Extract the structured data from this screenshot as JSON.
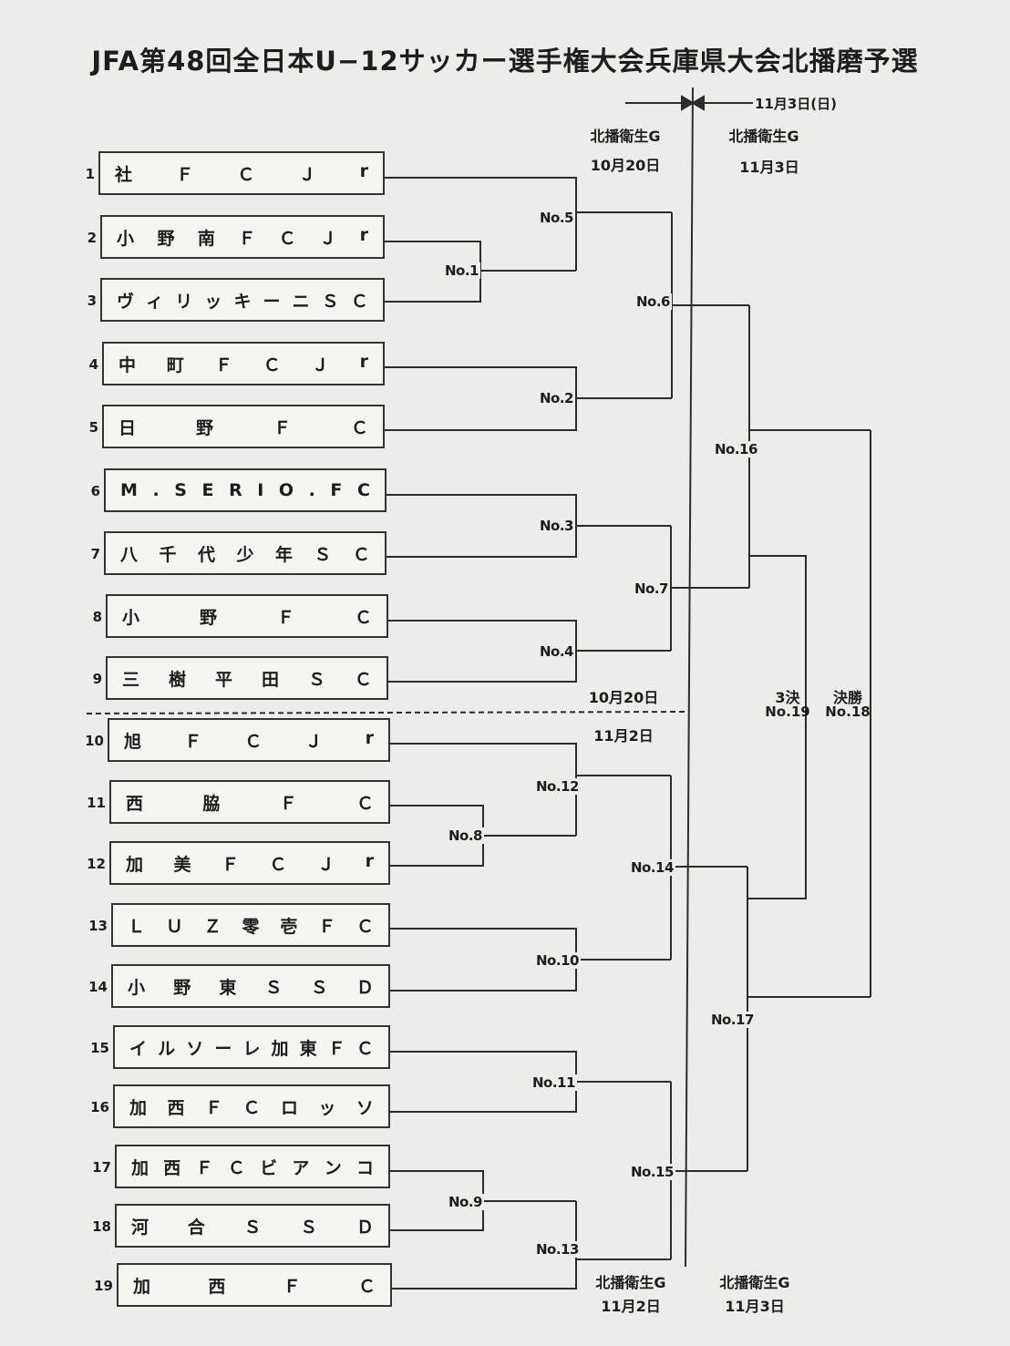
{
  "title": "JFA第48回全日本U−12サッカー選手権大会兵庫県大会北播磨予選",
  "header": {
    "final_day_arrow": "11月3日(日)",
    "left_venue": "北播衛生G",
    "left_date": "10月20日",
    "right_venue": "北播衛生G",
    "right_date": "11月3日"
  },
  "mid": {
    "date_top": "10月20日",
    "date_bottom": "11月2日"
  },
  "footer": {
    "left_venue": "北播衛生G",
    "left_date": "11月2日",
    "right_venue": "北播衛生G",
    "right_date": "11月3日"
  },
  "playoffs": {
    "third_place_line1": "3決",
    "third_place_line2": "No.19",
    "final_line1": "決勝",
    "final_line2": "No.18"
  },
  "teams": [
    {
      "seed": "1",
      "name": "社ＦＣＪr"
    },
    {
      "seed": "2",
      "name": "小野南ＦＣＪr"
    },
    {
      "seed": "3",
      "name": "ヴィリッキーニＳＣ"
    },
    {
      "seed": "4",
      "name": "中町ＦＣＪr"
    },
    {
      "seed": "5",
      "name": "日野ＦＣ"
    },
    {
      "seed": "6",
      "name": "M.SERIO.FC"
    },
    {
      "seed": "7",
      "name": "八千代少年ＳＣ"
    },
    {
      "seed": "8",
      "name": "小野ＦＣ"
    },
    {
      "seed": "9",
      "name": "三樹平田ＳＣ"
    },
    {
      "seed": "10",
      "name": "旭ＦＣＪr"
    },
    {
      "seed": "11",
      "name": "西脇ＦＣ"
    },
    {
      "seed": "12",
      "name": "加美ＦＣＪr"
    },
    {
      "seed": "13",
      "name": "ＬＵＺ零壱ＦＣ"
    },
    {
      "seed": "14",
      "name": "小野東ＳＳＤ"
    },
    {
      "seed": "15",
      "name": "イルソーレ加東ＦＣ"
    },
    {
      "seed": "16",
      "name": "加西ＦＣロッソ"
    },
    {
      "seed": "17",
      "name": "加西ＦＣビアンコ"
    },
    {
      "seed": "18",
      "name": "河合ＳＳＤ"
    },
    {
      "seed": "19",
      "name": "加西ＦＣ"
    }
  ],
  "matches": {
    "m1": "No.1",
    "m2": "No.2",
    "m3": "No.3",
    "m4": "No.4",
    "m5": "No.5",
    "m6": "No.6",
    "m7": "No.7",
    "m8": "No.8",
    "m9": "No.9",
    "m10": "No.10",
    "m11": "No.11",
    "m12": "No.12",
    "m13": "No.13",
    "m14": "No.14",
    "m15": "No.15",
    "m16": "No.16",
    "m17": "No.17"
  }
}
